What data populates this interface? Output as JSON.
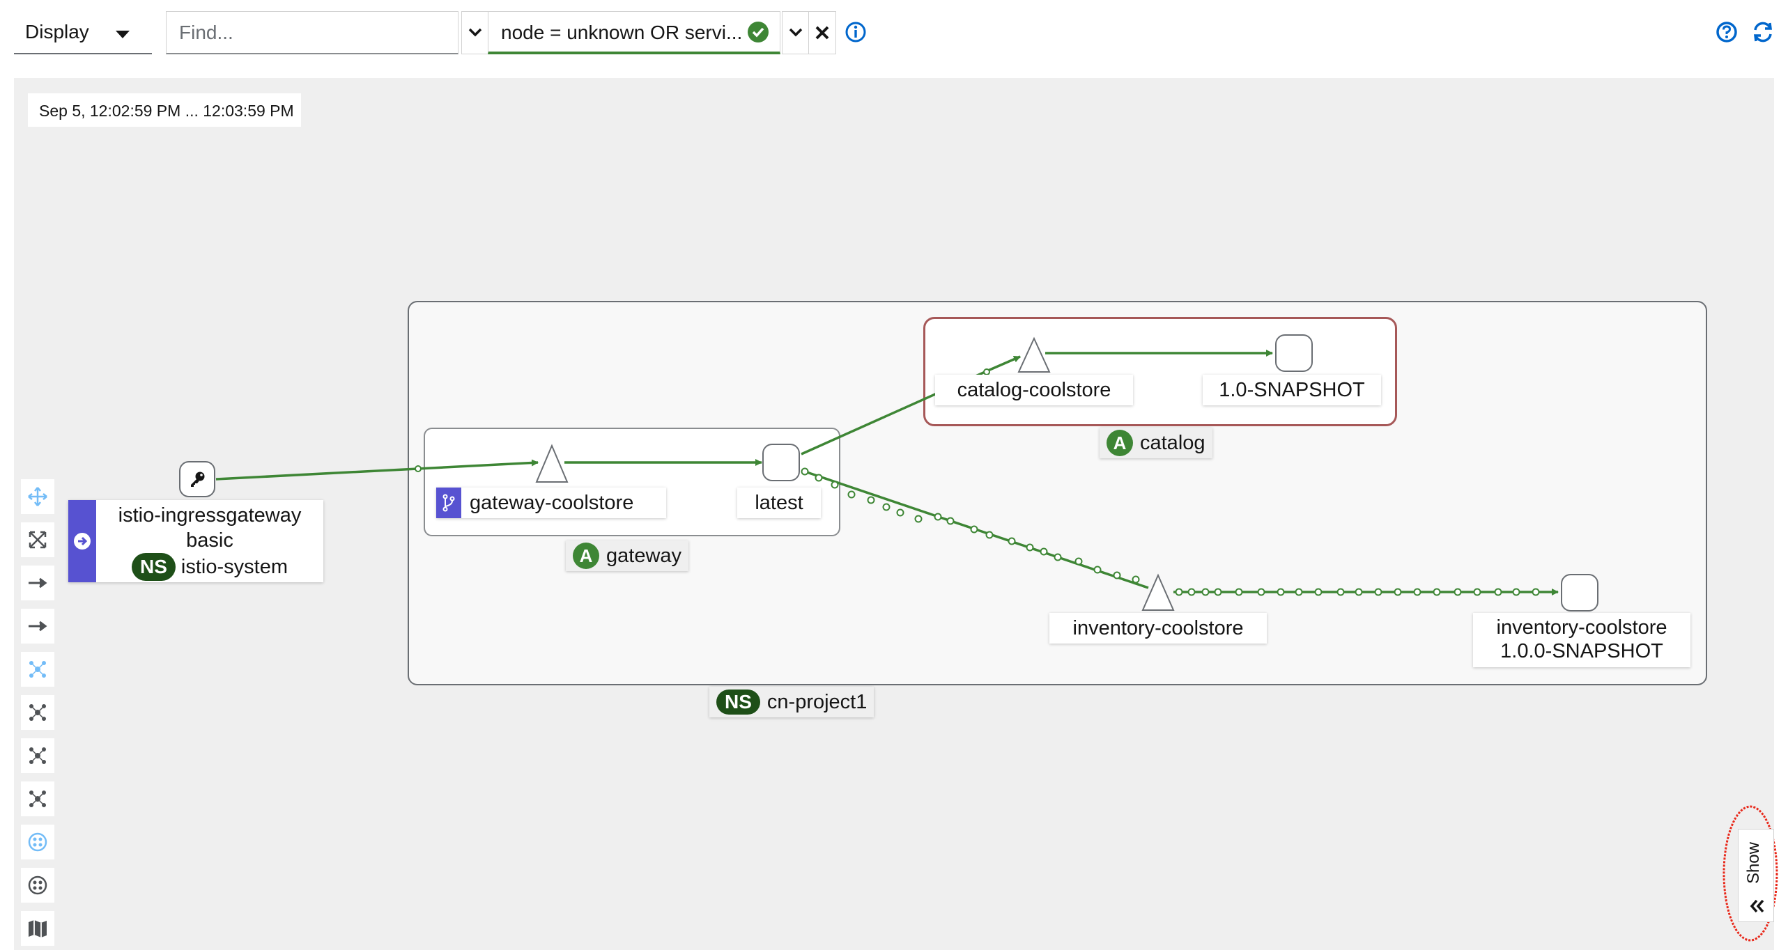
{
  "toolbar": {
    "display_label": "Display",
    "find_placeholder": "Find...",
    "hide_value": "node = unknown OR servi..."
  },
  "graph": {
    "time_range": "Sep 5, 12:02:59 PM ... 12:03:59 PM",
    "ingress": {
      "line1": "istio-ingressgateway",
      "line2": "basic",
      "ns_badge": "NS",
      "ns": "istio-system"
    },
    "namespace": {
      "badge": "NS",
      "name": "cn-project1"
    },
    "gateway_app": {
      "badge": "A",
      "name": "gateway",
      "service": "gateway-coolstore",
      "version": "latest"
    },
    "catalog_app": {
      "badge": "A",
      "name": "catalog",
      "service": "catalog-coolstore",
      "version": "1.0-SNAPSHOT"
    },
    "inventory": {
      "service": "inventory-coolstore",
      "workload_line1": "inventory-coolstore",
      "workload_line2": "1.0.0-SNAPSHOT"
    }
  },
  "side_panel": {
    "show_label": "Show"
  },
  "colors": {
    "edge_green": "#3e8635",
    "ingress_purple": "#5752d1",
    "annotation_red": "#e8281a",
    "app_badge": "#3e8635",
    "ns_badge": "#1e4f18"
  },
  "icons": [
    "chevron-down-icon",
    "check-circle-icon",
    "close-icon",
    "info-icon",
    "help-icon",
    "refresh-icon",
    "key-icon",
    "branch-icon",
    "ingress-arrow-icon",
    "move-icon",
    "expand-icon",
    "layout-icon",
    "legend-icon",
    "map-icon",
    "double-chevron-left-icon"
  ]
}
